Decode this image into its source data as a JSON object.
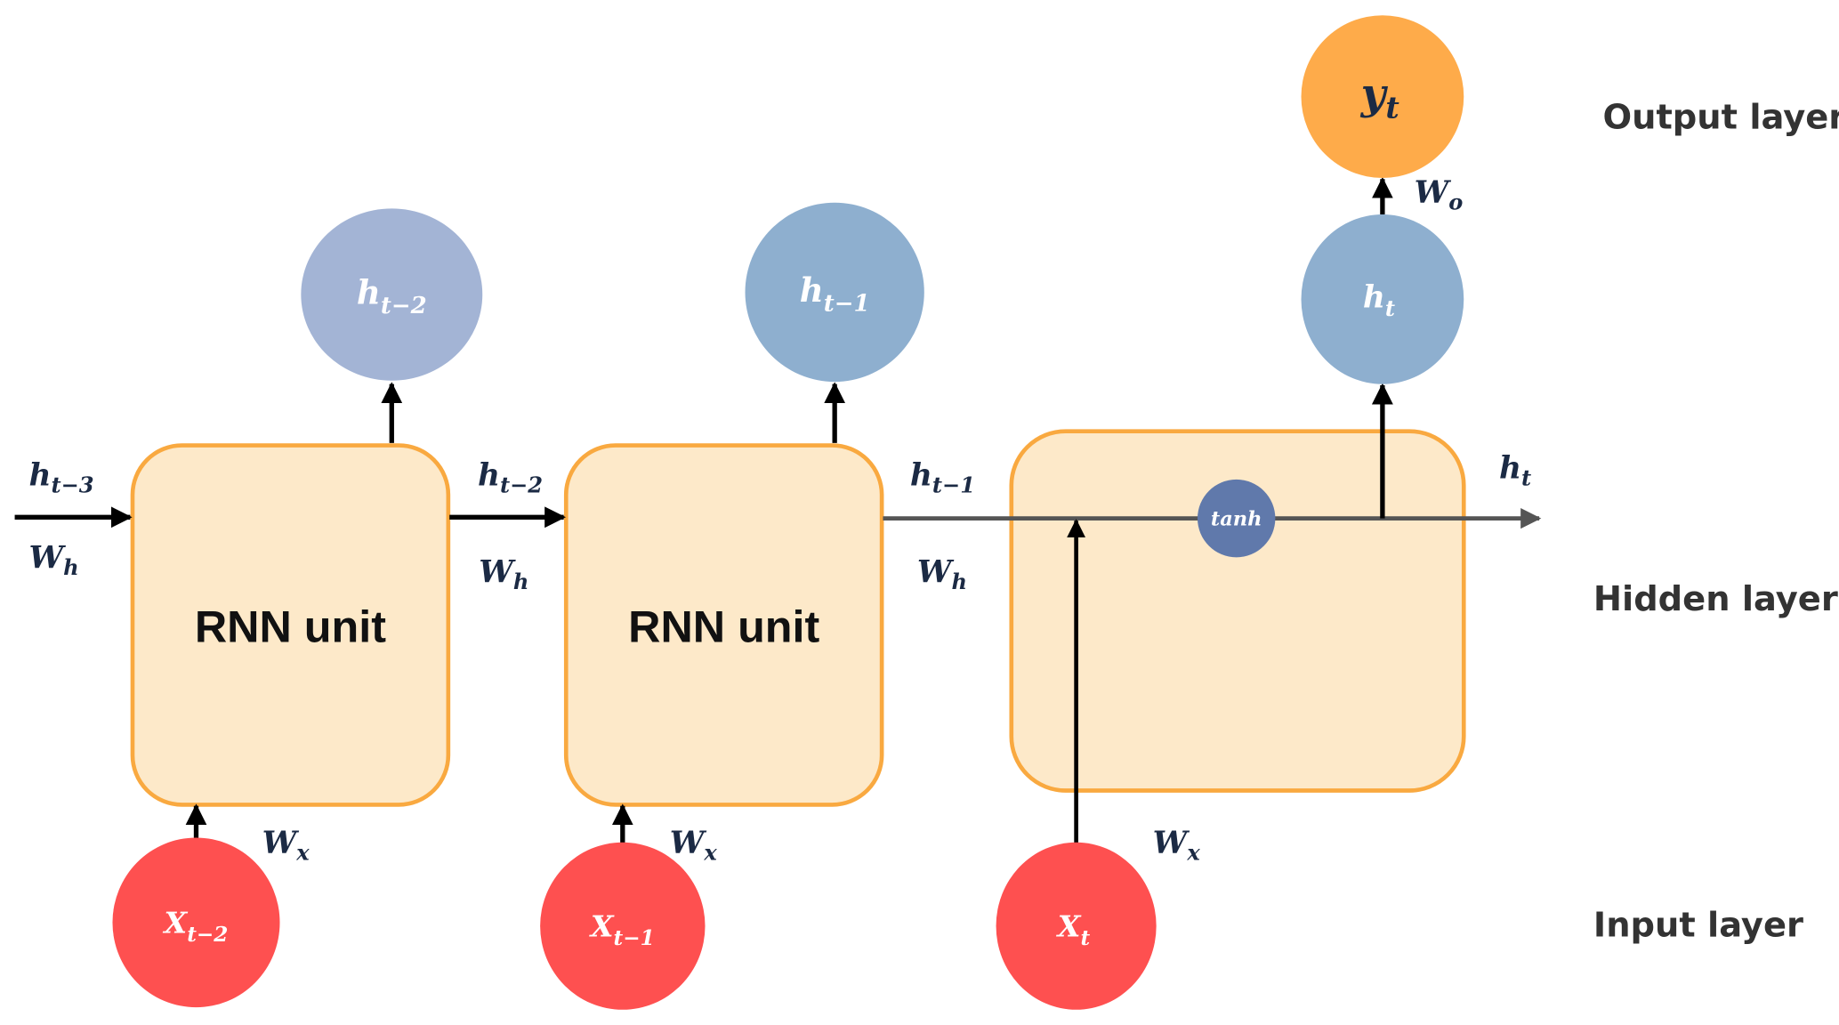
{
  "diagram": {
    "title": "Recurrent neural network unrolled over time",
    "colors": {
      "unit_fill": "#fde9c9",
      "unit_stroke": "#f9a940",
      "input_node": "#fe5050",
      "hidden_node_faded": "#a3b4d5",
      "hidden_node": "#8eafcf",
      "output_node": "#feab4a",
      "tanh_node": "#6079ab",
      "arrow_black": "#000000",
      "arrow_gray": "#555555"
    },
    "layers": {
      "output": "Output layer",
      "hidden": "Hidden layer",
      "input": "Input layer"
    },
    "units": [
      {
        "label": "RNN unit"
      },
      {
        "label": "RNN unit"
      },
      {
        "label": ""
      }
    ],
    "activation": "tanh",
    "input_nodes": [
      {
        "base": "X",
        "sub": "t−2"
      },
      {
        "base": "X",
        "sub": "t−1"
      },
      {
        "base": "X",
        "sub": "t"
      }
    ],
    "hidden_nodes": [
      {
        "base": "h",
        "sub": "t−2"
      },
      {
        "base": "h",
        "sub": "t−1"
      },
      {
        "base": "h",
        "sub": "t"
      }
    ],
    "output_node": {
      "base": "y",
      "sub": "t"
    },
    "recurrent_states": [
      {
        "base": "h",
        "sub": "t−3"
      },
      {
        "base": "h",
        "sub": "t−2"
      },
      {
        "base": "h",
        "sub": "t−1"
      },
      {
        "base": "h",
        "sub": "t"
      }
    ],
    "weights": {
      "hidden": {
        "base": "W",
        "sub": "h"
      },
      "input": {
        "base": "W",
        "sub": "x"
      },
      "output": {
        "base": "W",
        "sub": "o"
      }
    }
  }
}
